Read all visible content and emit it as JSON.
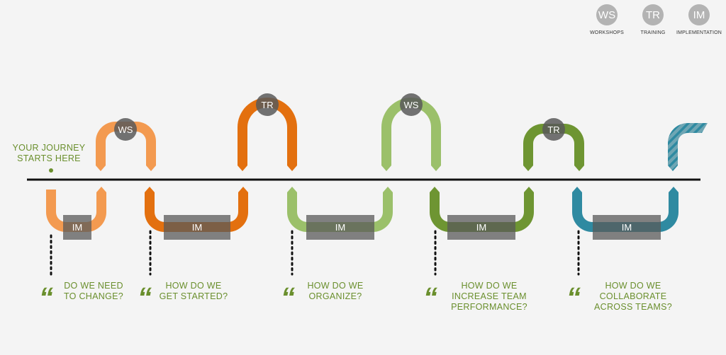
{
  "colors": {
    "light_orange": "#f39a50",
    "dark_orange": "#e3700f",
    "light_green": "#9bc06a",
    "dark_green": "#6e9532",
    "teal": "#2f8aa1",
    "text_green": "#6a8f2d",
    "timeline": "#111111"
  },
  "legend": [
    {
      "abbr": "WS",
      "label": "WORKSHOPS"
    },
    {
      "abbr": "TR",
      "label": "TRAINING"
    },
    {
      "abbr": "IM",
      "label": "IMPLEMENTATION"
    }
  ],
  "start": {
    "line1": "YOUR JOURNEY",
    "line2": "STARTS HERE"
  },
  "arches": [
    {
      "badge": "WS"
    },
    {
      "badge": "TR"
    },
    {
      "badge": "WS"
    },
    {
      "badge": "TR"
    }
  ],
  "phases": [
    {
      "label": "IM"
    },
    {
      "label": "IM"
    },
    {
      "label": "IM"
    },
    {
      "label": "IM"
    },
    {
      "label": "IM"
    }
  ],
  "questions": [
    {
      "quote": "“",
      "lines": [
        "DO WE NEED",
        "TO CHANGE?"
      ]
    },
    {
      "quote": "“",
      "lines": [
        "HOW DO WE",
        "GET STARTED?"
      ]
    },
    {
      "quote": "“",
      "lines": [
        "HOW DO WE",
        "ORGANIZE?"
      ]
    },
    {
      "quote": "“",
      "lines": [
        "HOW DO WE",
        "INCREASE TEAM",
        "PERFORMANCE?"
      ]
    },
    {
      "quote": "“",
      "lines": [
        "HOW DO WE",
        "COLLABORATE",
        "ACROSS TEAMS?"
      ]
    }
  ]
}
